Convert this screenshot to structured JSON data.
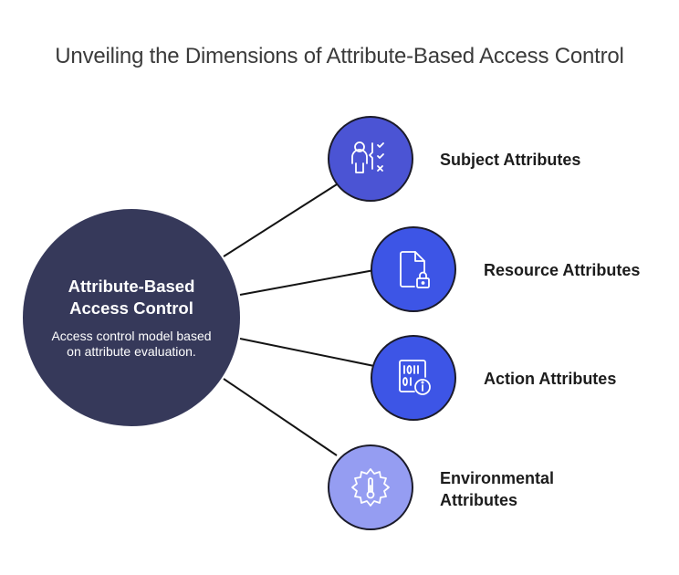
{
  "title": "Unveiling the Dimensions of Attribute-Based Access Control",
  "hub": {
    "title": "Attribute-Based Access Control",
    "description": "Access control model based on attribute evaluation."
  },
  "nodes": [
    {
      "label": "Subject Attributes",
      "icon": "person-checklist-icon",
      "color": "#4b54d4"
    },
    {
      "label": "Resource Attributes",
      "icon": "document-lock-icon",
      "color": "#3d55e6"
    },
    {
      "label": "Action Attributes",
      "icon": "binary-info-icon",
      "color": "#3d55e6"
    },
    {
      "label": "Environmental Attributes",
      "icon": "thermometer-gear-icon",
      "color": "#959df2"
    }
  ],
  "colors": {
    "hub": "#36395a",
    "connector": "#141414"
  }
}
